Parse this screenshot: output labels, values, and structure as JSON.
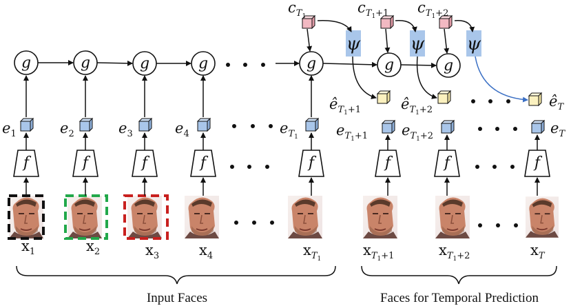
{
  "labels": {
    "g": "g",
    "f": "f",
    "psi": "ψ",
    "ellipsis_node": "•  •  •",
    "e": [
      "e1",
      "e2",
      "e3",
      "e4",
      "eT1"
    ],
    "e_pred": [
      "eT1+1",
      "eT1+2",
      "eT"
    ],
    "e_hat": [
      "êT1+1",
      "êT1+2",
      "êT"
    ],
    "c": [
      "cT1",
      "cT1+1",
      "cT1+2"
    ],
    "x": [
      "x1",
      "x2",
      "x3",
      "x4",
      "xT1"
    ],
    "x_pred": [
      "xT1+1",
      "xT1+2",
      "xT"
    ]
  },
  "captions": {
    "input": "Input Faces",
    "prediction": "Faces for Temporal Prediction"
  },
  "colors": {
    "cube_blue": "#a9c6ea",
    "cube_pink": "#f2b9c2",
    "cube_yellow": "#fbf1bf",
    "psi_blue": "#a9c6ea",
    "highlight_black": "#111111",
    "highlight_green": "#22a84a",
    "highlight_red": "#c8201e",
    "curve_blue": "#3a6fc4"
  },
  "frame_highlights": [
    "black",
    "green",
    "red",
    "none",
    "none",
    "none",
    "none",
    "none"
  ]
}
